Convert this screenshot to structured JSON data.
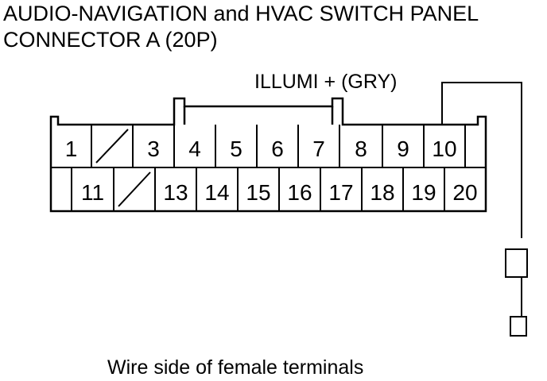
{
  "title": {
    "line1": "AUDIO-NAVIGATION and HVAC SWITCH PANEL",
    "line2": "CONNECTOR A (20P)"
  },
  "callout": {
    "label": "ILLUMI +  (GRY)",
    "target_pin": "10"
  },
  "connector": {
    "row1": [
      {
        "label": "1",
        "empty": false
      },
      {
        "label": "",
        "empty": true
      },
      {
        "label": "3",
        "empty": false
      },
      {
        "label": "4",
        "empty": false
      },
      {
        "label": "5",
        "empty": false
      },
      {
        "label": "6",
        "empty": false
      },
      {
        "label": "7",
        "empty": false
      },
      {
        "label": "8",
        "empty": false
      },
      {
        "label": "9",
        "empty": false
      },
      {
        "label": "10",
        "empty": false
      }
    ],
    "row2": [
      {
        "label": "11",
        "empty": false
      },
      {
        "label": "",
        "empty": true
      },
      {
        "label": "13",
        "empty": false
      },
      {
        "label": "14",
        "empty": false
      },
      {
        "label": "15",
        "empty": false
      },
      {
        "label": "16",
        "empty": false
      },
      {
        "label": "17",
        "empty": false
      },
      {
        "label": "18",
        "empty": false
      },
      {
        "label": "19",
        "empty": false
      },
      {
        "label": "20",
        "empty": false
      }
    ]
  },
  "caption": "Wire side of female terminals"
}
